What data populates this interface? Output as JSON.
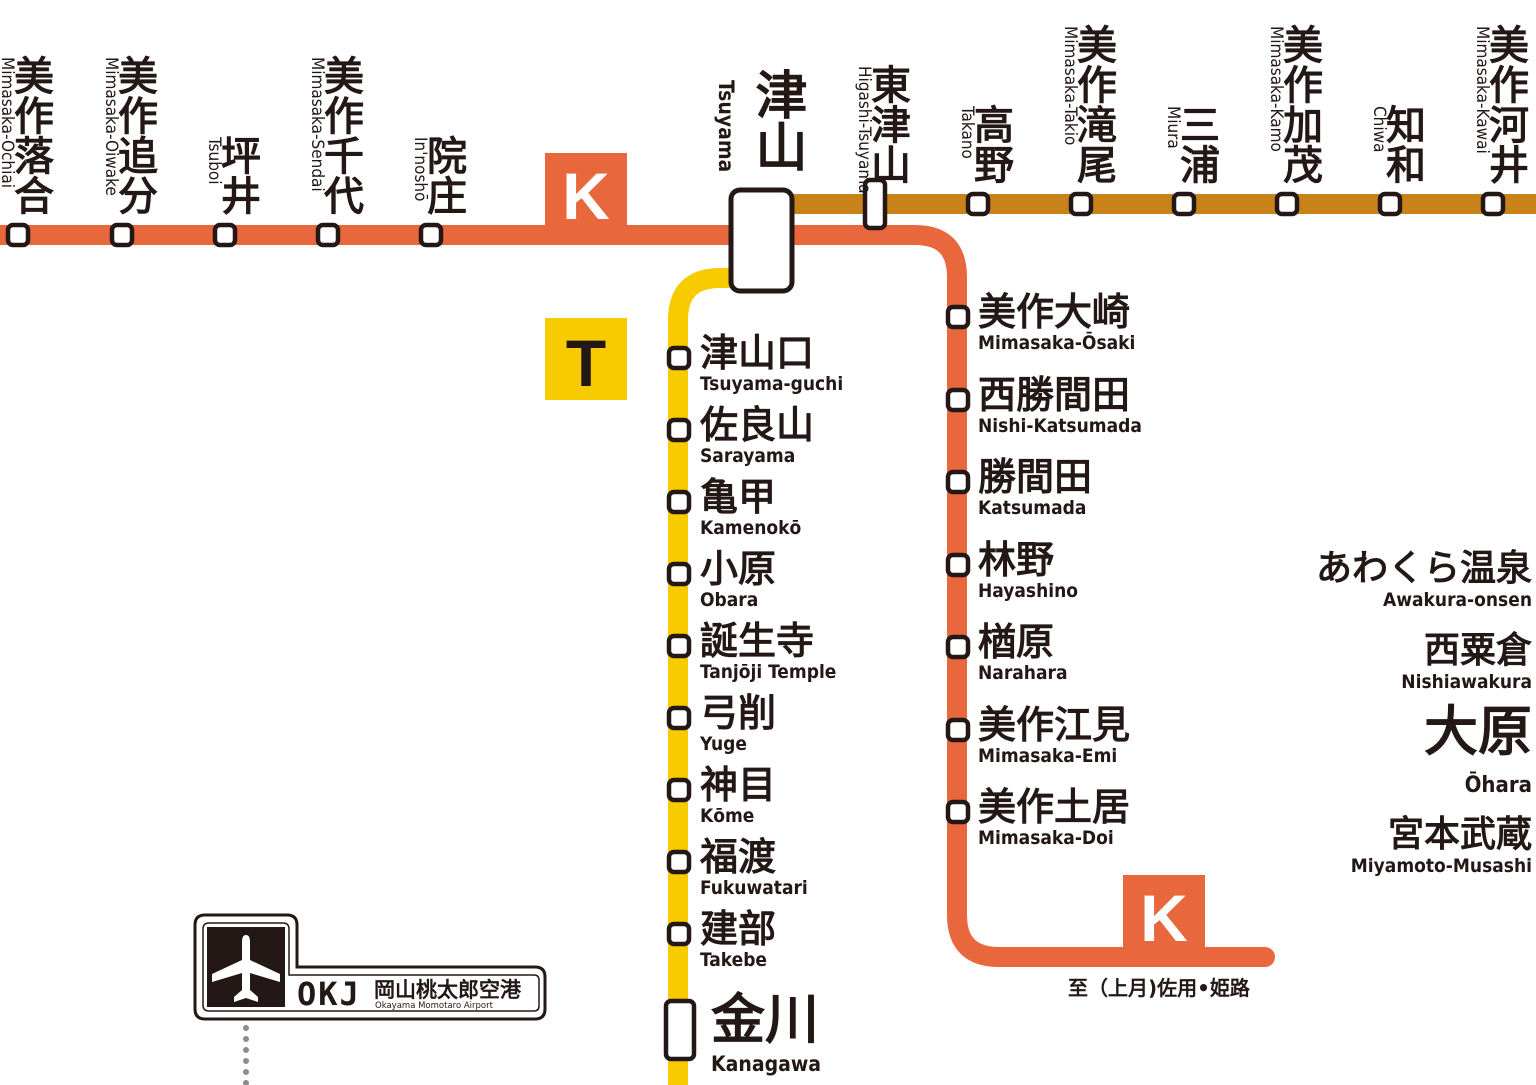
{
  "colors": {
    "line_k": "#E9673C",
    "line_kishin_east": "#C8821A",
    "line_t": "#F8CB00",
    "text": "#231815",
    "airport_dots": "#8c8c8c"
  },
  "line_badges": {
    "k": "K",
    "t": "T"
  },
  "kishin_west_stations": [
    {
      "ja": "美作落合",
      "en": "Mimasaka-Ochiai"
    },
    {
      "ja": "美作追分",
      "en": "Mimasaka-Oiwake"
    },
    {
      "ja": "坪井",
      "en": "Tsuboi"
    },
    {
      "ja": "美作千代",
      "en": "Mimasaka-Sendai"
    },
    {
      "ja": "院庄",
      "en": "In'noshō"
    }
  ],
  "hub_station": {
    "ja": "津山",
    "en": "Tsuyama"
  },
  "kishin_east_stations": [
    {
      "ja": "東津山",
      "en": "Higashi-Tsuyama"
    },
    {
      "ja": "高野",
      "en": "Takano"
    },
    {
      "ja": "美作滝尾",
      "en": "Mimasaka-Takio"
    },
    {
      "ja": "三浦",
      "en": "Miura"
    },
    {
      "ja": "美作加茂",
      "en": "Mimasaka-Kamo"
    },
    {
      "ja": "知和",
      "en": "Chiwa"
    },
    {
      "ja": "美作河井",
      "en": "Mimasaka-Kawai"
    }
  ],
  "tsuyama_line_stations": [
    {
      "ja": "津山口",
      "en": "Tsuyama-guchi"
    },
    {
      "ja": "佐良山",
      "en": "Sarayama"
    },
    {
      "ja": "亀甲",
      "en": "Kamenokō"
    },
    {
      "ja": "小原",
      "en": "Obara"
    },
    {
      "ja": "誕生寺",
      "en": "Tanjōji Temple"
    },
    {
      "ja": "弓削",
      "en": "Yuge"
    },
    {
      "ja": "神目",
      "en": "Kōme"
    },
    {
      "ja": "福渡",
      "en": "Fukuwatari"
    },
    {
      "ja": "建部",
      "en": "Takebe"
    },
    {
      "ja": "金川",
      "en": "Kanagawa"
    }
  ],
  "kishin_south_stations": [
    {
      "ja": "美作大崎",
      "en": "Mimasaka-Ōsaki"
    },
    {
      "ja": "西勝間田",
      "en": "Nishi-Katsumada"
    },
    {
      "ja": "勝間田",
      "en": "Katsumada"
    },
    {
      "ja": "林野",
      "en": "Hayashino"
    },
    {
      "ja": "楢原",
      "en": "Narahara"
    },
    {
      "ja": "美作江見",
      "en": "Mimasaka-Emi"
    },
    {
      "ja": "美作土居",
      "en": "Mimasaka-Doi"
    }
  ],
  "direction_note": "至（上月)佐用•姫路",
  "right_stations": [
    {
      "ja": "あわくら温泉",
      "en": "Awakura-onsen"
    },
    {
      "ja": "西粟倉",
      "en": "Nishiawakura"
    },
    {
      "ja": "大原",
      "en": "Ōhara"
    },
    {
      "ja": "宮本武蔵",
      "en": "Miyamoto-Musashi"
    }
  ],
  "airport": {
    "code": "OKJ",
    "name_ja": "岡山桃太郎空港",
    "name_en": "Okayama Momotaro Airport",
    "icon": "airplane-icon"
  }
}
